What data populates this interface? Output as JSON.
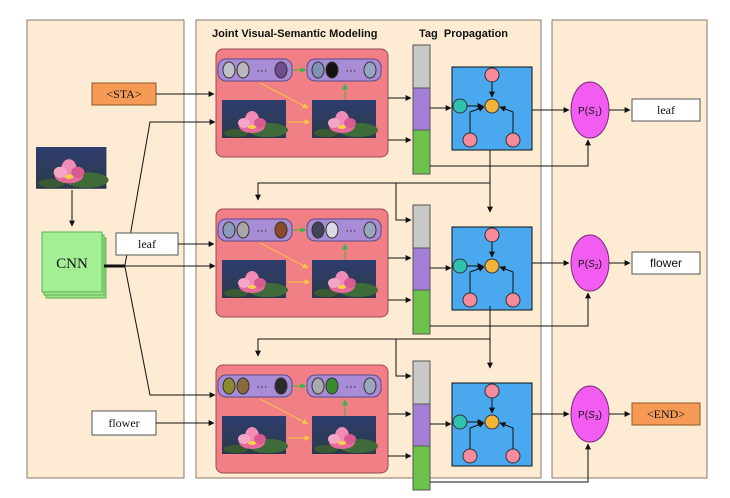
{
  "titles": {
    "joint": "Joint Visual-Semantic Modeling",
    "tag": "Tag  Propagation"
  },
  "cnn_label": "CNN",
  "inputs": [
    "<STA>",
    "leaf",
    "flower"
  ],
  "outputs": [
    "leaf",
    "flower",
    "<END>"
  ],
  "probs": [
    {
      "main": "P(",
      "var": "S",
      "sub": "1",
      "close": ")"
    },
    {
      "main": "P(",
      "var": "S",
      "sub": "2",
      "close": ")"
    },
    {
      "main": "P(",
      "var": "S",
      "sub": "3",
      "close": ")"
    }
  ],
  "ellipsis": "···",
  "colors": {
    "panel_bg": "#fdebd3",
    "module_fill": "#f07f86",
    "prop_fill": "#4aa8ef",
    "prob_fill": "#f35cf0",
    "input_sta_fill": "#f79a55",
    "cnn_fill": "#a4ee95",
    "bar_gray": "#c8c8c8",
    "bar_purple": "#a57fd6",
    "bar_green": "#6cc24a",
    "node_pink": "#f58b9c",
    "node_yellow": "#f0b43a",
    "node_teal": "#2fc2b0",
    "yellow_arrow": "#f7c343",
    "green_arrow": "#3cb34a"
  },
  "feature_rows": [
    {
      "left": [
        "#c0c0c8",
        "#b8b8bc",
        "#6d4c8f"
      ],
      "right": [
        "#7f93b4",
        "#111111",
        "#93a6c4"
      ]
    },
    {
      "left": [
        "#8b9ab8",
        "#a8a8a8",
        "#8a4a2a"
      ],
      "right": [
        "#3f4456",
        "#dadae6",
        "#9aa8bb"
      ]
    },
    {
      "left": [
        "#8a8a2a",
        "#8a6a3a",
        "#2a2a2a"
      ],
      "right": [
        "#a9aaad",
        "#3a8a30",
        "#9aa7bd"
      ]
    }
  ]
}
